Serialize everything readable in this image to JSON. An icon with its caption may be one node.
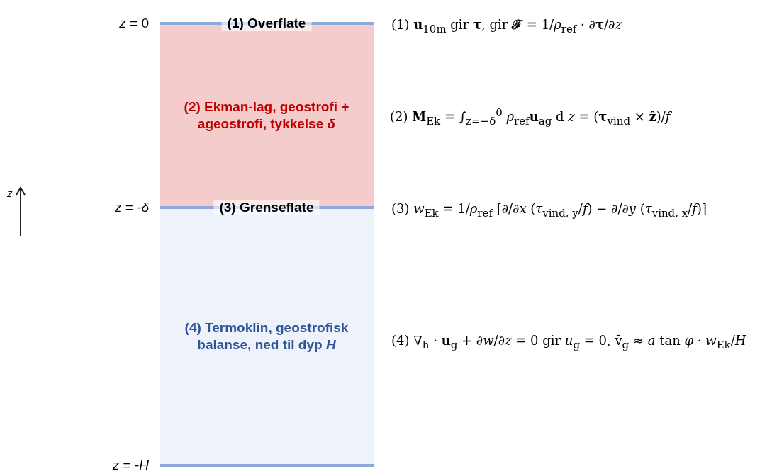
{
  "diagram": {
    "nodes": [
      {
        "text": [
          "(1) Overflate"
        ]
      },
      {
        "text": [
          "(2) Ekman-lag, geostrofi + ageostrofi, tykkelse *δ*"
        ]
      },
      {
        "text": [
          "(3) Grenseflate"
        ]
      },
      {
        "text": [
          "(4) Termoklin, geostrofisk balanse, ned til dyp *H*"
        ]
      }
    ],
    "edges": [],
    "labels": [
      "*z* = 0",
      "(1) **u**$_{10m}$ gir **τ**, gir **ℱ** = 1/*ρ*$_{ref}$ · ∂**τ**/∂*z*",
      "(2) **M**$_{Ek}$ = ∫$_{z=−δ}$$^{0}$ *ρ*$_{ref}$**u**$_{ag}$ d *z* = (**τ**$_{vind}$ × **ẑ**)/*f*",
      "*z*",
      "*z* = -*δ*",
      "(3) *w*$_{Ek}$ = 1/*ρ*$_{ref}$ [∂/∂*x* (*τ*$_{vind, y}$/*f*) − ∂/∂*y* (*τ*$_{vind, x}$/*f*)]",
      "(4) ∇$_{h}$ · **u**$_{g}$ + ∂*w*/∂*z* = 0 gir *u*$_{g}$ = 0, v̄$_{g}$ ≈ *a* tan *φ* · *w*$_{Ek}$/*H*",
      "*z* = -*H*"
    ]
  }
}
